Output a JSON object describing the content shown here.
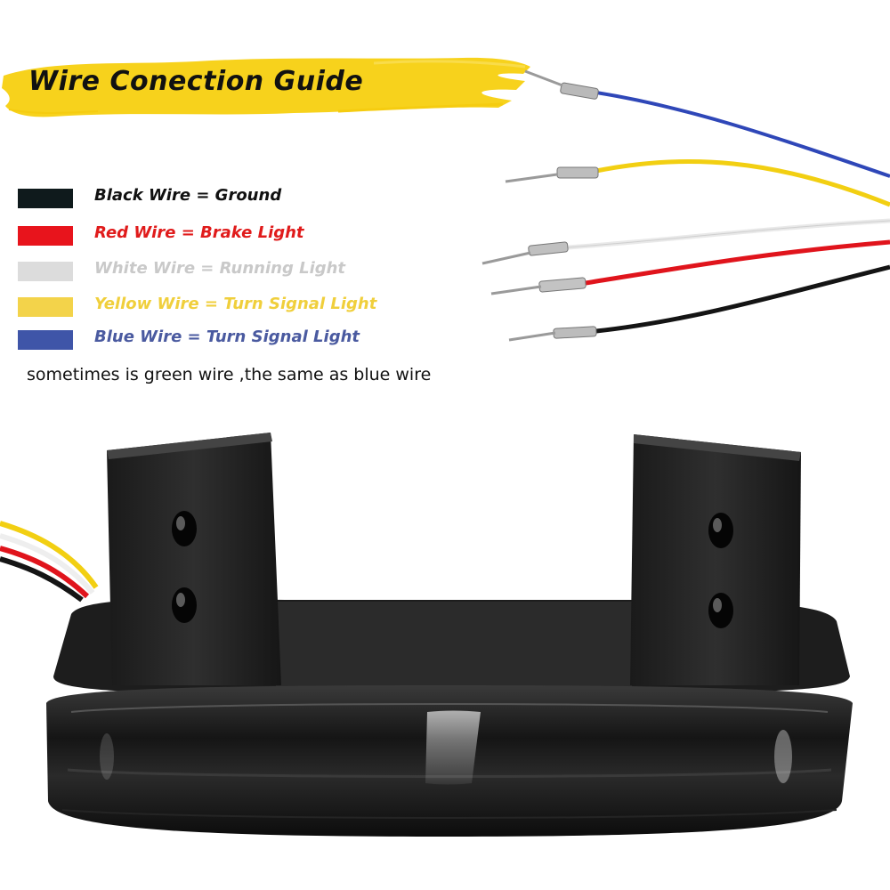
{
  "guide": {
    "title": "Wire Conection Guide",
    "banner_color": "#f7d21c"
  },
  "legend": [
    {
      "label": "Black Wire = Ground",
      "swatch_color": "#0f1a1c",
      "text_color": "#111111"
    },
    {
      "label": "Red Wire = Brake Light",
      "swatch_color": "#e8141c",
      "text_color": "#e01b1b"
    },
    {
      "label": "White Wire = Running Light",
      "swatch_color": "#dcdcdc",
      "text_color": "#c9c9c9"
    },
    {
      "label": "Yellow Wire = Turn Signal Light",
      "swatch_color": "#f3d34a",
      "text_color": "#f0cf3c"
    },
    {
      "label": "Blue Wire = Turn Signal Light",
      "swatch_color": "#3f55a8",
      "text_color": "#4a5aa0"
    }
  ],
  "note": "sometimes is green wire ,the same as blue wire"
}
